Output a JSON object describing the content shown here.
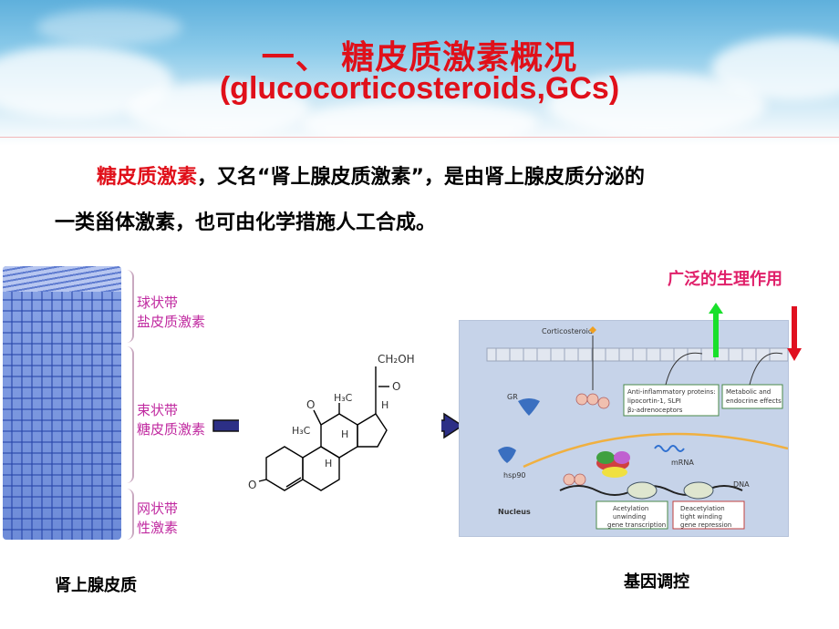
{
  "header": {
    "title": "一、 糖皮质激素概况",
    "subtitle": "(glucocorticosteroids,GCs)"
  },
  "intro": {
    "highlight": "糖皮质激素",
    "line1_rest": "，又名“肾上腺皮质激素”，是由肾上腺皮质分泌的",
    "line2": "一类甾体激素，也可由化学措施人工合成。"
  },
  "adrenal": {
    "zones": [
      {
        "name": "球状带",
        "hormone": "盐皮质激素"
      },
      {
        "name": "束状带",
        "hormone": "糖皮质激素"
      },
      {
        "name": "网状带",
        "hormone": "性激素"
      }
    ],
    "caption": "肾上腺皮质"
  },
  "structure": {
    "labels": {
      "ch2oh": "CH₂OH",
      "o1": "O",
      "o2": "O",
      "o3": "O",
      "h3c1": "H₃C",
      "h3c2": "H₃C",
      "h1": "H",
      "h2": "H",
      "h3": "H"
    }
  },
  "gene_panel": {
    "corticosteroid": "Corticosteroid",
    "gr": "GR",
    "hsp90": "hsp90",
    "mrna": "mRNA",
    "dna": "DNA",
    "nucleus": "Nucleus",
    "anti_inflammatory": [
      "Anti-inflammatory proteins:",
      "lipocortin-1, SLPI",
      "β₂-adrenoceptors"
    ],
    "metabolic": [
      "Metabolic and",
      "endocrine effects"
    ],
    "acetylation": [
      "Acetylation",
      "unwinding",
      "gene transcription"
    ],
    "deacetylation": [
      "Deacetylation",
      "tight winding",
      "gene repression"
    ],
    "caption": "基因调控"
  },
  "effects": {
    "label": "广泛的生理作用",
    "up_color": "#19e02b",
    "down_color": "#e01020"
  },
  "colors": {
    "accent": "#e0101a",
    "zone_text": "#c02aa0",
    "arrow": "#2c2f86"
  }
}
